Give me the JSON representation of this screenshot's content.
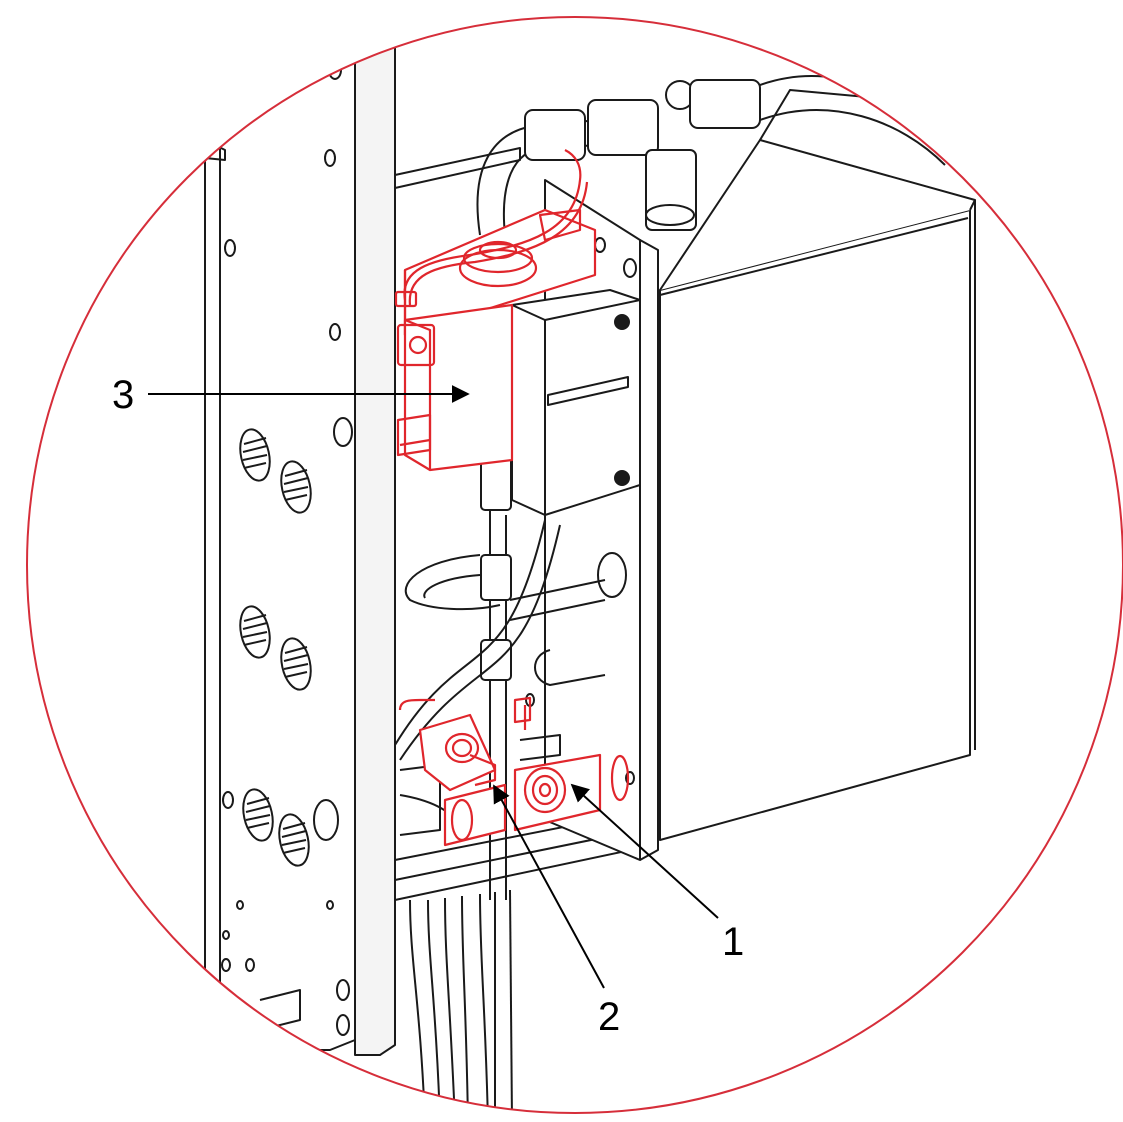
{
  "figure": {
    "callouts": [
      {
        "id": "1",
        "label": "1"
      },
      {
        "id": "2",
        "label": "2"
      },
      {
        "id": "3",
        "label": "3"
      }
    ],
    "colors": {
      "highlight": "#e0262c",
      "detail_circle": "#d62e3a",
      "line": "#1a1a1a",
      "background": "#ffffff"
    },
    "style": "black line-art isometric detail view inside a red circle; highlighted air fittings drawn in red"
  }
}
